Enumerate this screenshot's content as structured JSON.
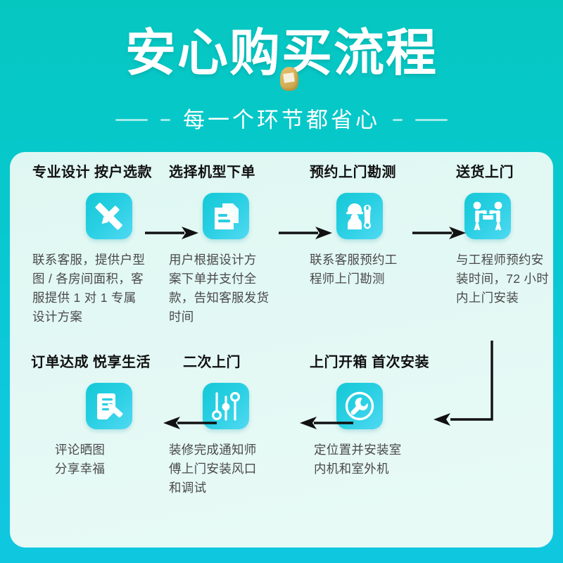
{
  "header": {
    "title": "安心购买流程",
    "subtitle": "每一个环节都省心",
    "background_color": "#0cc7dc",
    "title_color": "#ffffff"
  },
  "card": {
    "background_color": "#e3f8f4",
    "accent_color": "#2acfe0"
  },
  "flow": {
    "arrow_color": "#111111",
    "row1": [
      {
        "title": "专业设计 按户选款",
        "icon": "design-pencil-ruler-icon",
        "desc": "联系客服，提供户型\n图 / 各房间面积，客\n服提供 1 对 1 专属\n设计方案"
      },
      {
        "title": "选择机型下单",
        "icon": "documents-order-icon",
        "desc": "用户根据设计方\n案下单并支付全\n款，告知客服发货\n时间"
      },
      {
        "title": "预约上门勘测",
        "icon": "engineer-wrench-icon",
        "desc": "联系客服预约工\n程师上门勘测"
      },
      {
        "title": "送货上门",
        "icon": "delivery-handover-icon",
        "desc": "与工程师预约安\n装时间，72 小时\n内上门安装"
      }
    ],
    "row2": [
      {
        "title": "订单达成 悦享生活",
        "icon": "review-document-pencil-icon",
        "desc": "评论晒图\n分享幸福"
      },
      {
        "title": "二次上门",
        "icon": "sliders-adjust-icon",
        "desc": "装修完成通知师\n傅上门安装风口\n和调试"
      },
      {
        "title": "上门开箱 首次安装",
        "icon": "wrench-circle-install-icon",
        "desc": "定位置并安装室\n内机和室外机"
      }
    ]
  }
}
